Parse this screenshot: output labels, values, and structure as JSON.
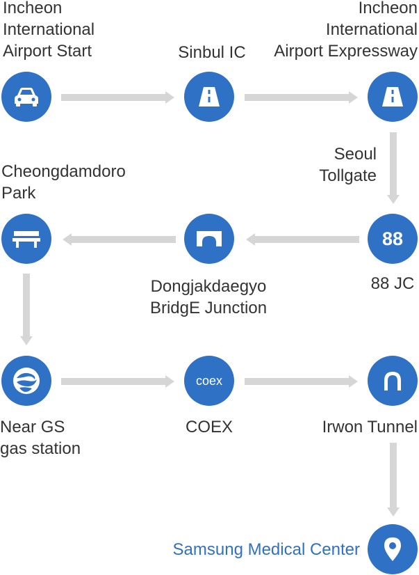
{
  "route": {
    "stops": [
      {
        "id": "incheon-start",
        "lines": [
          "Incheon",
          "International",
          "Airport Start"
        ],
        "icon": "car-icon"
      },
      {
        "id": "sinbul-ic",
        "lines": [
          "Sinbul IC"
        ],
        "icon": "road-icon"
      },
      {
        "id": "expressway",
        "lines": [
          "Incheon",
          "International",
          "Airport Expressway"
        ],
        "icon": "road-icon"
      },
      {
        "id": "seoul-tollgate",
        "lines": [
          "Seoul",
          "Tollgate"
        ]
      },
      {
        "id": "88-jc",
        "lines": [
          "88 JC"
        ],
        "icon": "route-88-icon",
        "icon_text": "88"
      },
      {
        "id": "dongjak",
        "lines": [
          "Dongjakdaegyo",
          "BridgE Junction"
        ],
        "icon": "bridge-icon"
      },
      {
        "id": "cheongdam",
        "lines": [
          "Cheongdamdoro",
          "Park"
        ],
        "icon": "bench-icon"
      },
      {
        "id": "gs",
        "lines": [
          "Near GS",
          "gas station"
        ],
        "icon": "gs-logo-icon"
      },
      {
        "id": "coex",
        "lines": [
          "COEX"
        ],
        "icon": "coex-logo-icon",
        "icon_text": "coex"
      },
      {
        "id": "irwon",
        "lines": [
          "Irwon Tunnel"
        ],
        "icon": "tunnel-icon"
      },
      {
        "id": "samsung",
        "lines": [
          "Samsung Medical Center"
        ],
        "icon": "location-pin-icon"
      }
    ]
  },
  "colors": {
    "node": "#2f71c4",
    "arrow": "#d6d6d6",
    "text": "#333333",
    "destination": "#2f71c4"
  }
}
